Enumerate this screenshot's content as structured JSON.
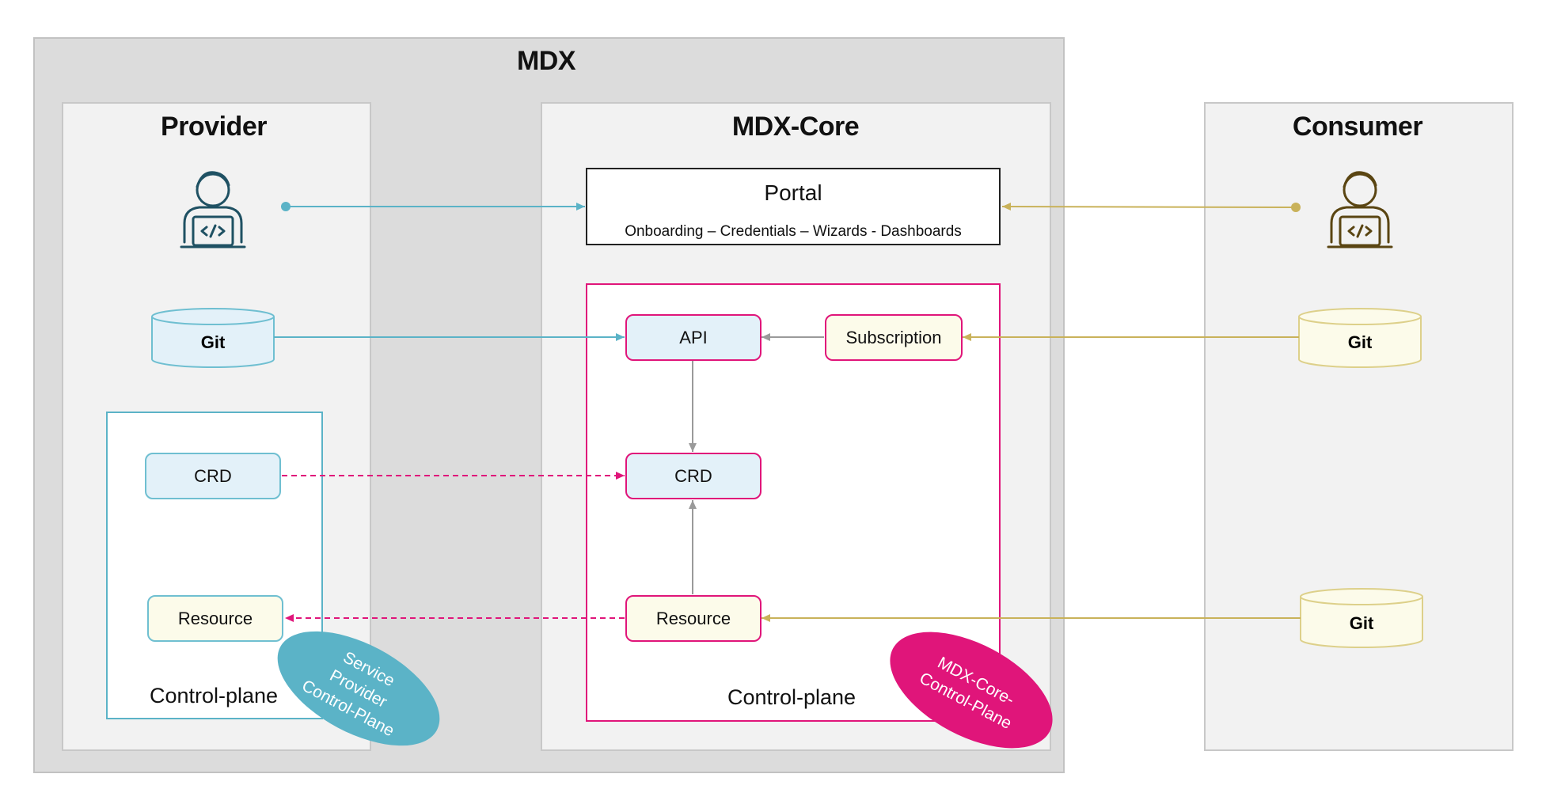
{
  "mdx": {
    "title": "MDX"
  },
  "provider": {
    "title": "Provider",
    "git_label": "Git",
    "crd_label": "CRD",
    "resource_label": "Resource",
    "control_plane_label": "Control-plane",
    "badge_lines": [
      "Service",
      "Provider",
      "Control-Plane"
    ]
  },
  "core": {
    "title": "MDX-Core",
    "portal_title": "Portal",
    "portal_subtitle": "Onboarding – Credentials – Wizards - Dashboards",
    "api_label": "API",
    "subscription_label": "Subscription",
    "crd_label": "CRD",
    "resource_label": "Resource",
    "control_plane_label": "Control-plane",
    "badge_lines": [
      "MDX-Core-",
      "Control-Plane"
    ]
  },
  "consumer": {
    "title": "Consumer",
    "git_label_1": "Git",
    "git_label_2": "Git"
  },
  "colors": {
    "provider_accent": "#5bb3c7",
    "consumer_accent": "#c9b25a",
    "core_accent": "#e0157a",
    "neutral_arrow": "#9a9a9a",
    "provider_icon": "#1f5163",
    "consumer_icon": "#5a4512"
  }
}
